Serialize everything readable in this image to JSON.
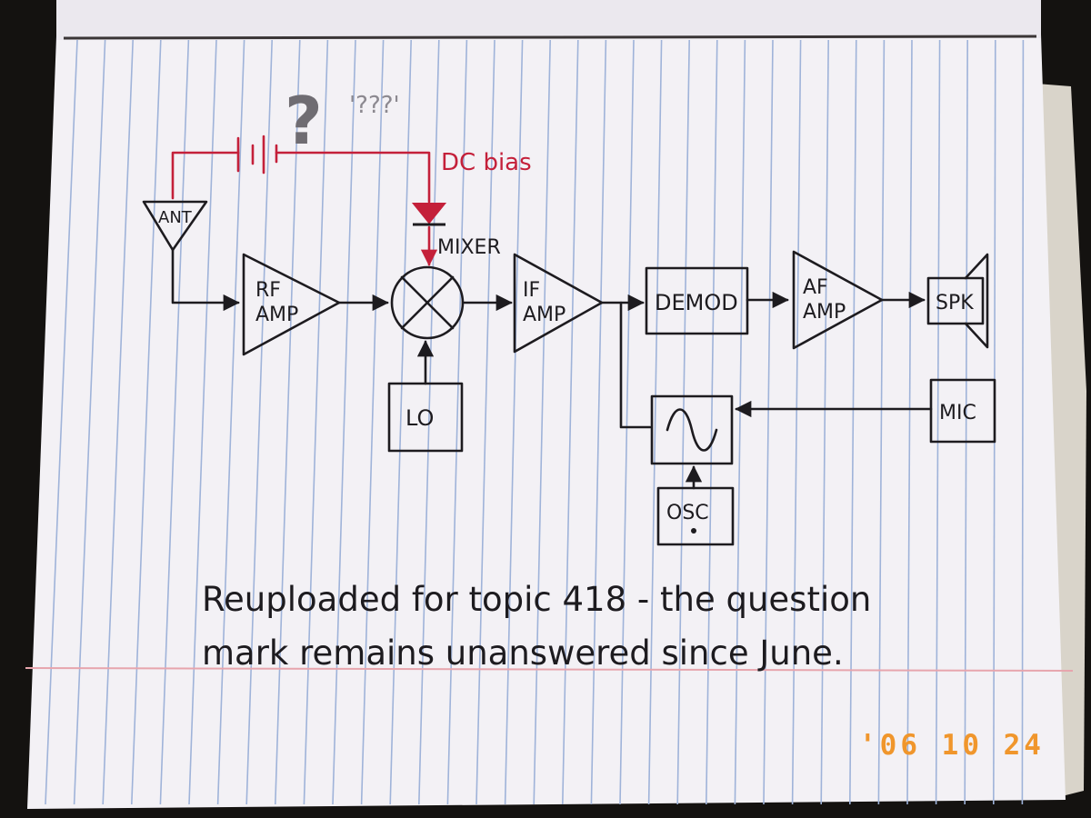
{
  "blocks": {
    "ant": "ANT",
    "rf_amp": [
      "RF",
      "AMP"
    ],
    "mixer": "MIXER",
    "if_amp": [
      "IF",
      "AMP"
    ],
    "demod": "DEMOD",
    "af_amp": [
      "AF",
      "AMP"
    ],
    "spk": "SPK",
    "lo": "LO",
    "mic": "MIC",
    "osc": "OSC"
  },
  "annotations": {
    "dc_bias": "DC bias",
    "question_mark": "?",
    "question_marks": "'???'"
  },
  "caption": {
    "line1": "Reuploaded for topic 418 - the question",
    "line2": "mark remains unanswered since June."
  },
  "date_stamp": "'06 10 24",
  "colors": {
    "ink": "#1d1b1f",
    "red_ink": "#c4203a",
    "paper": "#f3f1f5",
    "rule_blue": "#9fb3d9",
    "margin_red": "#e7a5ad",
    "stamp": "#f0962c"
  }
}
